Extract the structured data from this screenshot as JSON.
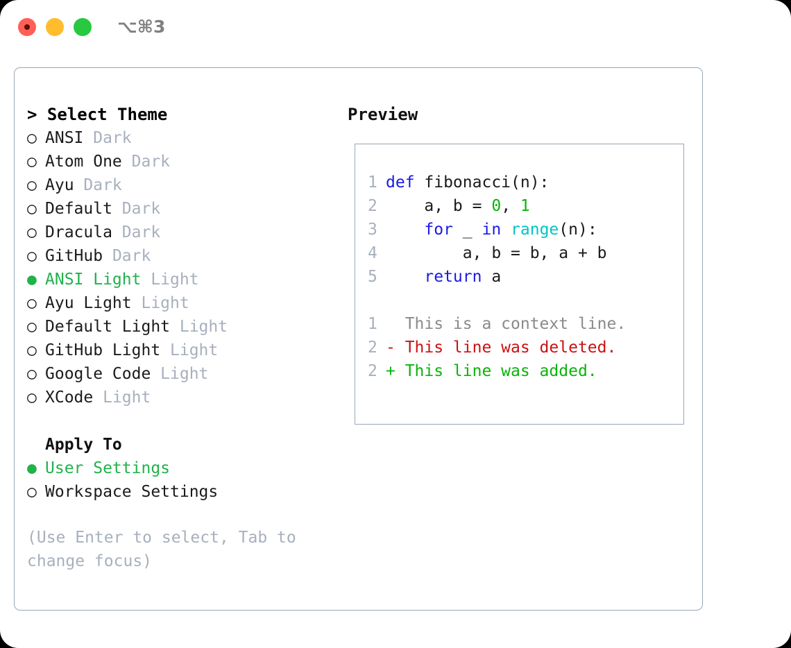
{
  "window": {
    "shortcut": "⌥⌘3",
    "traffic_lights": {
      "close": "#ff5f57",
      "minimize": "#ffbd2e",
      "maximize": "#28c840"
    }
  },
  "colors": {
    "accent_green": "#20b24b",
    "muted": "#a7b0bd",
    "border": "#9aa6b5",
    "keyword_blue": "#1a1ae6",
    "number_green": "#0ab30a",
    "function_cyan": "#00c5c5",
    "diff_delete_red": "#cc1111",
    "diff_add_green": "#0ab30a"
  },
  "theme_panel": {
    "header": "> Select Theme",
    "items": [
      {
        "marker": "○",
        "name": "ANSI",
        "kind": "Dark",
        "selected": false
      },
      {
        "marker": "○",
        "name": "Atom One",
        "kind": "Dark",
        "selected": false
      },
      {
        "marker": "○",
        "name": "Ayu",
        "kind": "Dark",
        "selected": false
      },
      {
        "marker": "○",
        "name": "Default",
        "kind": "Dark",
        "selected": false
      },
      {
        "marker": "○",
        "name": "Dracula",
        "kind": "Dark",
        "selected": false
      },
      {
        "marker": "○",
        "name": "GitHub",
        "kind": "Dark",
        "selected": false
      },
      {
        "marker": "●",
        "name": "ANSI Light",
        "kind": "Light",
        "selected": true
      },
      {
        "marker": "○",
        "name": "Ayu Light",
        "kind": "Light",
        "selected": false
      },
      {
        "marker": "○",
        "name": "Default Light",
        "kind": "Light",
        "selected": false
      },
      {
        "marker": "○",
        "name": "GitHub Light",
        "kind": "Light",
        "selected": false
      },
      {
        "marker": "○",
        "name": "Google Code",
        "kind": "Light",
        "selected": false
      },
      {
        "marker": "○",
        "name": "XCode",
        "kind": "Light",
        "selected": false
      }
    ]
  },
  "apply_to": {
    "label": "Apply To",
    "options": [
      {
        "marker": "●",
        "name": "User Settings",
        "selected": true
      },
      {
        "marker": "○",
        "name": "Workspace Settings",
        "selected": false
      }
    ]
  },
  "hint": "(Use Enter to select, Tab to change focus)",
  "preview": {
    "header": "Preview",
    "code_lines": [
      {
        "no": "1",
        "tokens": [
          {
            "t": "def",
            "c": "kw"
          },
          {
            "t": " fibonacci(n):",
            "c": "plain"
          }
        ]
      },
      {
        "no": "2",
        "tokens": [
          {
            "t": "    a, b = ",
            "c": "plain"
          },
          {
            "t": "0",
            "c": "num"
          },
          {
            "t": ", ",
            "c": "plain"
          },
          {
            "t": "1",
            "c": "num"
          }
        ]
      },
      {
        "no": "3",
        "tokens": [
          {
            "t": "    ",
            "c": "plain"
          },
          {
            "t": "for",
            "c": "kw"
          },
          {
            "t": " _ ",
            "c": "plain"
          },
          {
            "t": "in",
            "c": "kw"
          },
          {
            "t": " ",
            "c": "plain"
          },
          {
            "t": "range",
            "c": "fn"
          },
          {
            "t": "(n):",
            "c": "plain"
          }
        ]
      },
      {
        "no": "4",
        "tokens": [
          {
            "t": "        a, b = b, a + b",
            "c": "plain"
          }
        ]
      },
      {
        "no": "5",
        "tokens": [
          {
            "t": "    ",
            "c": "plain"
          },
          {
            "t": "return",
            "c": "kw"
          },
          {
            "t": " a",
            "c": "plain"
          }
        ]
      }
    ],
    "diff_lines": [
      {
        "no": "1",
        "text": "  This is a context line.",
        "kind": "diff-context"
      },
      {
        "no": "2",
        "text": "- This line was deleted.",
        "kind": "diff-del"
      },
      {
        "no": "2",
        "text": "+ This line was added.",
        "kind": "diff-add"
      }
    ]
  }
}
